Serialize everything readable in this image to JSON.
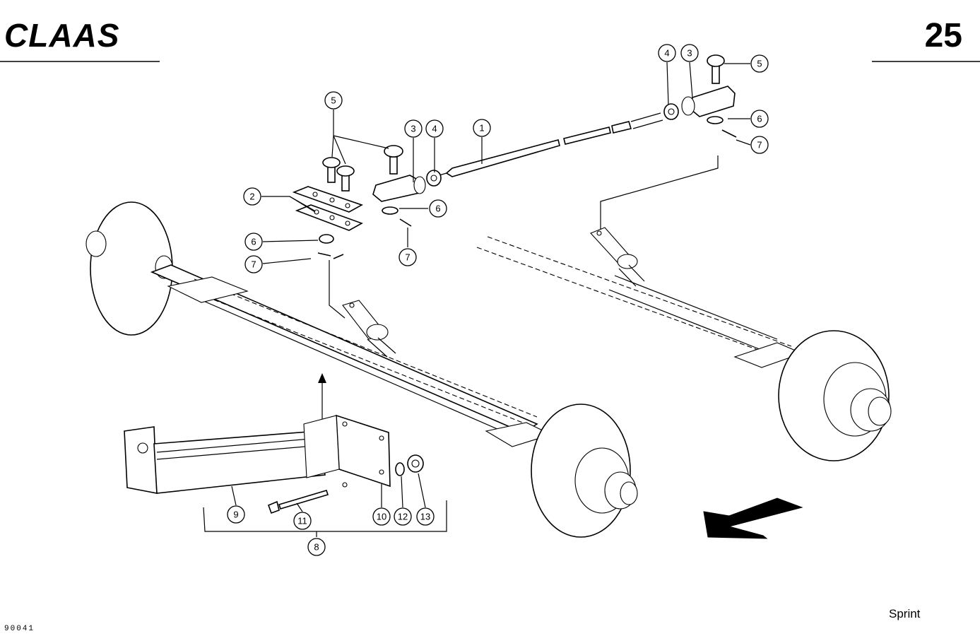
{
  "header": {
    "brand": "CLAAS",
    "page_number": "25"
  },
  "footer": {
    "model": "Sprint",
    "drawing_number": "90041"
  },
  "callouts": [
    {
      "id": "c5-left",
      "label": "5"
    },
    {
      "id": "c3-mid",
      "label": "3"
    },
    {
      "id": "c4-mid",
      "label": "4"
    },
    {
      "id": "c1",
      "label": "1"
    },
    {
      "id": "c4-right",
      "label": "4"
    },
    {
      "id": "c3-right",
      "label": "3"
    },
    {
      "id": "c5-right",
      "label": "5"
    },
    {
      "id": "c6-right",
      "label": "6"
    },
    {
      "id": "c7-right",
      "label": "7"
    },
    {
      "id": "c2",
      "label": "2"
    },
    {
      "id": "c6-mid",
      "label": "6"
    },
    {
      "id": "c6-left",
      "label": "6"
    },
    {
      "id": "c7-left",
      "label": "7"
    },
    {
      "id": "c7-mid",
      "label": "7"
    },
    {
      "id": "c9",
      "label": "9"
    },
    {
      "id": "c11",
      "label": "11"
    },
    {
      "id": "c10",
      "label": "10"
    },
    {
      "id": "c12",
      "label": "12"
    },
    {
      "id": "c13",
      "label": "13"
    },
    {
      "id": "c8",
      "label": "8"
    }
  ]
}
